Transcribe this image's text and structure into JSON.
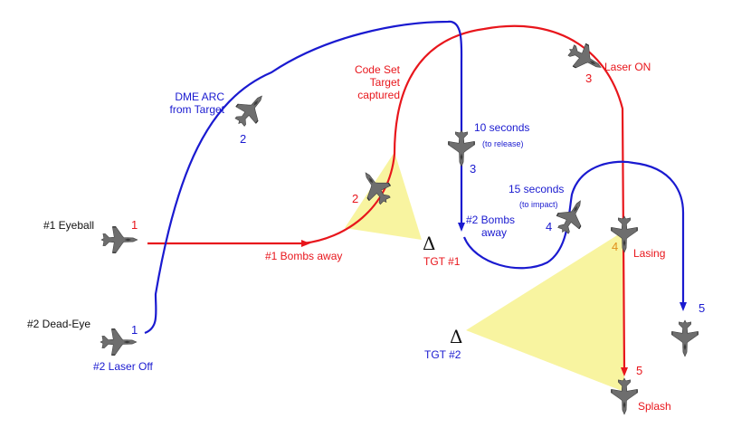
{
  "colors": {
    "red": "#e8161c",
    "blue": "#1a1ad0",
    "cone": "#f8f4a0",
    "jet": "#6e6e6e",
    "orange": "#e0901a"
  },
  "flight1": {
    "name": "#1 Eyeball",
    "start_number": "1",
    "bombs_away": "#1 Bombs away",
    "code_set": [
      "Code Set",
      "Target",
      "captured"
    ],
    "point2_number": "2",
    "laser_on": "Laser ON",
    "point3_number": "3",
    "lasing": "Lasing",
    "point4_number": "4",
    "splash": "Splash",
    "point5_number": "5"
  },
  "flight2": {
    "name": "#2 Dead-Eye",
    "start_number": "1",
    "laser_off": "#2 Laser Off",
    "dme_arc": [
      "DME ARC",
      "from Target"
    ],
    "point2_number": "2",
    "ten_seconds": "10 seconds",
    "to_release": "(to release)",
    "point3_number": "3",
    "bombs_away": [
      "#2 Bombs",
      "away"
    ],
    "fifteen_seconds": "15 seconds",
    "to_impact": "(to impact)",
    "point4_number": "4",
    "point5_number": "5"
  },
  "targets": {
    "tgt1": "TGT #1",
    "tgt2": "TGT #2",
    "symbol": "Δ"
  },
  "icons": [
    "fighter-jet-icon",
    "arrowhead-icon",
    "target-delta-icon"
  ]
}
